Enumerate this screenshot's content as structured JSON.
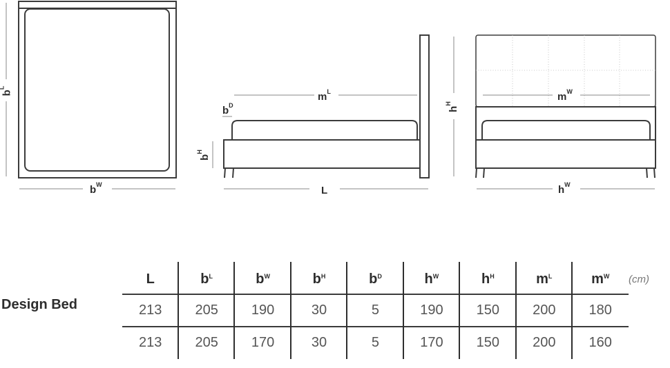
{
  "dimension_labels": {
    "top_view": {
      "length": {
        "base": "b",
        "sup": "L"
      },
      "width": {
        "base": "b",
        "sup": "W"
      }
    },
    "side_view": {
      "mattress_length": {
        "base": "m",
        "sup": "L"
      },
      "depth": {
        "base": "b",
        "sup": "D"
      },
      "height": {
        "base": "b",
        "sup": "H"
      },
      "total_length": {
        "base": "L",
        "sup": ""
      }
    },
    "front_view": {
      "mattress_width": {
        "base": "m",
        "sup": "W"
      },
      "headboard_height": {
        "base": "h",
        "sup": "H"
      },
      "headboard_width": {
        "base": "h",
        "sup": "W"
      }
    }
  },
  "product": {
    "name": "Design Bed"
  },
  "table": {
    "columns": [
      {
        "base": "L",
        "sup": ""
      },
      {
        "base": "b",
        "sup": "L"
      },
      {
        "base": "b",
        "sup": "W"
      },
      {
        "base": "b",
        "sup": "H"
      },
      {
        "base": "b",
        "sup": "D"
      },
      {
        "base": "h",
        "sup": "W"
      },
      {
        "base": "h",
        "sup": "H"
      },
      {
        "base": "m",
        "sup": "L"
      },
      {
        "base": "m",
        "sup": "W"
      }
    ],
    "unit": "(cm)",
    "rows": [
      [
        "213",
        "205",
        "190",
        "30",
        "5",
        "190",
        "150",
        "200",
        "180"
      ],
      [
        "213",
        "205",
        "170",
        "30",
        "5",
        "170",
        "150",
        "200",
        "160"
      ]
    ]
  },
  "colors": {
    "line": "#3b3b3b",
    "dimension": "#8a8a8a",
    "text": "#2d2d2d"
  }
}
